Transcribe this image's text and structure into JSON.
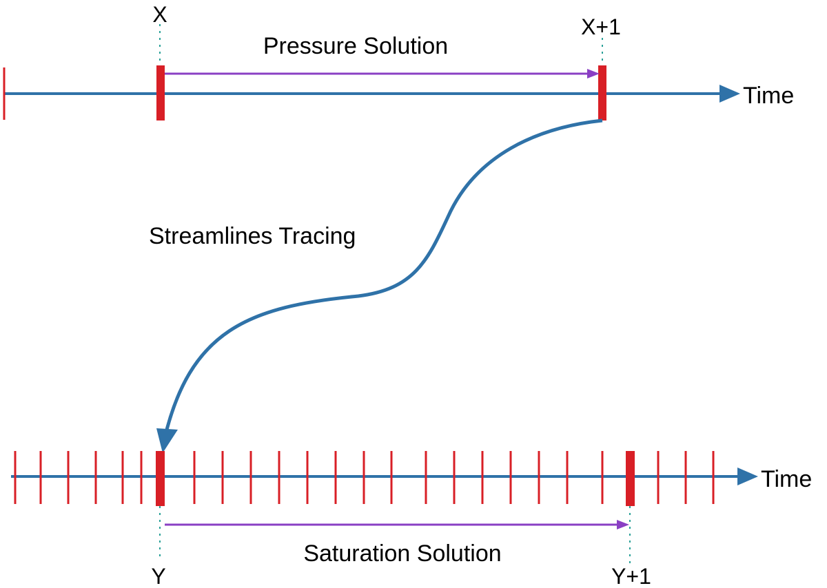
{
  "labels": {
    "top_left_marker": "X",
    "top_right_marker": "X+1",
    "top_axis": "Time",
    "pressure": "Pressure Solution",
    "streamlines": "Streamlines Tracing",
    "bottom_axis": "Time",
    "saturation": "Saturation Solution",
    "bottom_left_marker": "Y",
    "bottom_right_marker": "Y+1"
  },
  "colors": {
    "axis": "#2f72a8",
    "tick": "#d81f26",
    "span_arrow": "#8a3fc4",
    "guide": "#2aa198",
    "label": "#000000"
  },
  "top_timeline": {
    "small_tick_count": 1,
    "highlighted_markers": [
      "X",
      "X+1"
    ]
  },
  "bottom_timeline": {
    "small_tick_count": 21,
    "highlighted_markers": [
      "Y",
      "Y+1"
    ]
  }
}
